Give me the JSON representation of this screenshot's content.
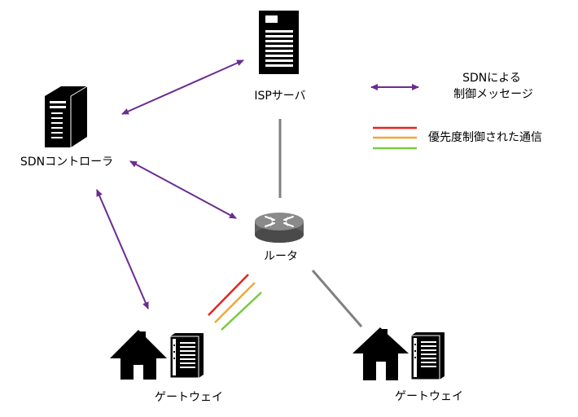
{
  "nodes": {
    "isp_server": {
      "label": "ISPサーバ",
      "icon": "server-tower-icon"
    },
    "sdn_controller": {
      "label": "SDNコントローラ",
      "icon": "server-tower-icon"
    },
    "router": {
      "label": "ルータ",
      "icon": "router-icon"
    },
    "gateway_left": {
      "label": "ゲートウェイ",
      "icon": "house-with-gateway-icon"
    },
    "gateway_right": {
      "label": "ゲートウェイ",
      "icon": "house-with-gateway-icon"
    }
  },
  "legend": {
    "sdn_message": {
      "line1": "SDNによる",
      "line2": "制御メッセージ",
      "color": "#6a2c91"
    },
    "priority": {
      "label": "優先度制御された通信",
      "colors": [
        "#e8231f",
        "#f4a636",
        "#7ac943"
      ]
    }
  },
  "colors": {
    "control_arrow": "#6a2c91",
    "link": "#808080",
    "icon": "#000000",
    "router_body": "#5f5f5f"
  }
}
